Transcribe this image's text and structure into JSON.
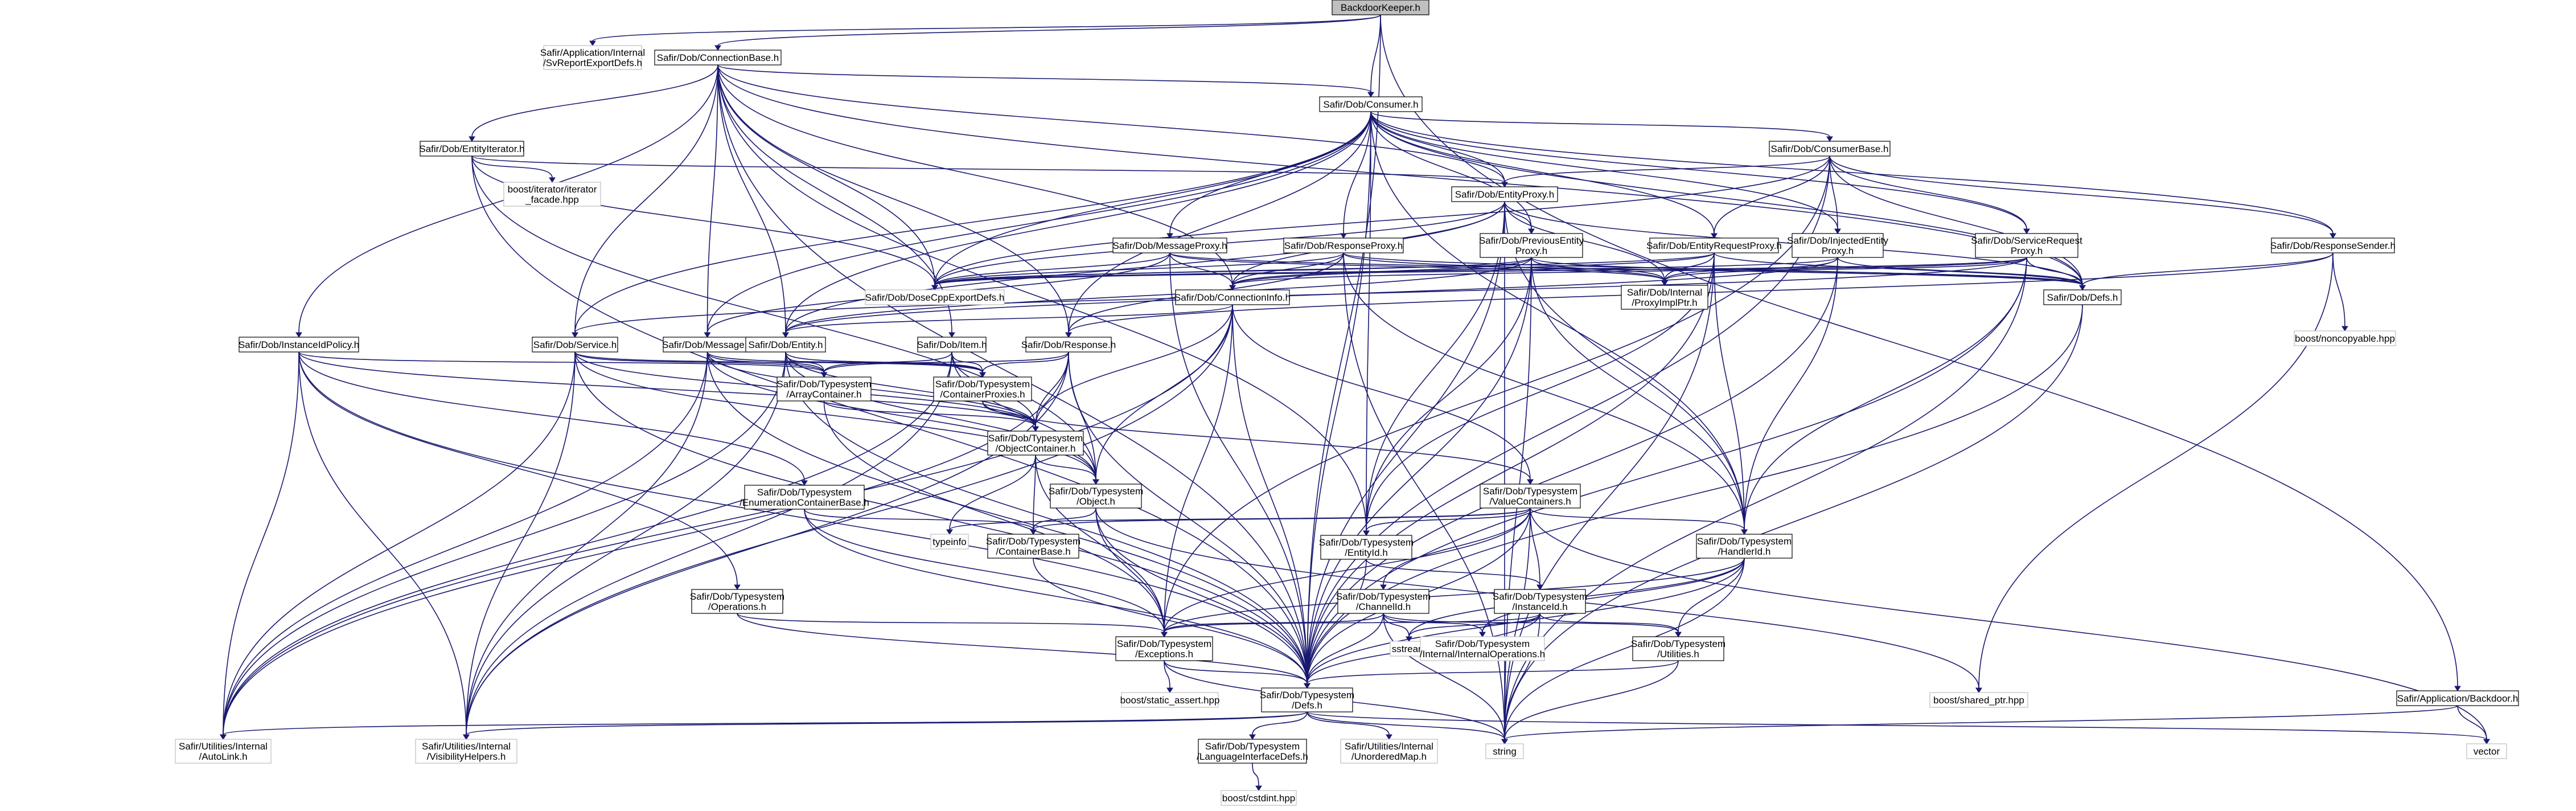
{
  "colors": {
    "edge": "#191970",
    "root_fill": "#bfbfbf",
    "node_border": "#000000",
    "external_border": "#bfbfbf",
    "background": "#ffffff"
  },
  "nodes": [
    {
      "id": "root",
      "lines": [
        "BackdoorKeeper.h"
      ],
      "kind": "root"
    },
    {
      "id": "svreport",
      "lines": [
        "Safir/Application/Internal",
        "/SvReportExportDefs.h"
      ],
      "kind": "external"
    },
    {
      "id": "connbase",
      "lines": [
        "Safir/Dob/ConnectionBase.h"
      ],
      "kind": "normal"
    },
    {
      "id": "consumer",
      "lines": [
        "Safir/Dob/Consumer.h"
      ],
      "kind": "normal"
    },
    {
      "id": "appbackdoor",
      "lines": [
        "Safir/Application/Backdoor.h"
      ],
      "kind": "normal"
    },
    {
      "id": "entityiter",
      "lines": [
        "Safir/Dob/EntityIterator.h"
      ],
      "kind": "normal"
    },
    {
      "id": "consumerbase",
      "lines": [
        "Safir/Dob/ConsumerBase.h"
      ],
      "kind": "normal"
    },
    {
      "id": "boostiter",
      "lines": [
        "boost/iterator/iterator",
        "_facade.hpp"
      ],
      "kind": "external"
    },
    {
      "id": "entityproxy",
      "lines": [
        "Safir/Dob/EntityProxy.h"
      ],
      "kind": "normal"
    },
    {
      "id": "msgproxy",
      "lines": [
        "Safir/Dob/MessageProxy.h"
      ],
      "kind": "normal"
    },
    {
      "id": "respproxy",
      "lines": [
        "Safir/Dob/ResponseProxy.h"
      ],
      "kind": "normal"
    },
    {
      "id": "preventity",
      "lines": [
        "Safir/Dob/PreviousEntity",
        "Proxy.h"
      ],
      "kind": "normal"
    },
    {
      "id": "entityreq",
      "lines": [
        "Safir/Dob/EntityRequestProxy.h"
      ],
      "kind": "normal"
    },
    {
      "id": "injected",
      "lines": [
        "Safir/Dob/InjectedEntity",
        "Proxy.h"
      ],
      "kind": "normal"
    },
    {
      "id": "servicereq",
      "lines": [
        "Safir/Dob/ServiceRequest",
        "Proxy.h"
      ],
      "kind": "normal"
    },
    {
      "id": "respsender",
      "lines": [
        "Safir/Dob/ResponseSender.h"
      ],
      "kind": "normal"
    },
    {
      "id": "doveexport",
      "lines": [
        "Safir/Dob/DoseCppExportDefs.h"
      ],
      "kind": "external"
    },
    {
      "id": "conninfo",
      "lines": [
        "Safir/Dob/ConnectionInfo.h"
      ],
      "kind": "normal"
    },
    {
      "id": "proxyimpl",
      "lines": [
        "Safir/Dob/Internal",
        "/ProxyImplPtr.h"
      ],
      "kind": "normal"
    },
    {
      "id": "dobdefs",
      "lines": [
        "Safir/Dob/Defs.h"
      ],
      "kind": "normal"
    },
    {
      "id": "boostnoncopy",
      "lines": [
        "boost/noncopyable.hpp"
      ],
      "kind": "external"
    },
    {
      "id": "instpolicy",
      "lines": [
        "Safir/Dob/InstanceIdPolicy.h"
      ],
      "kind": "normal"
    },
    {
      "id": "service",
      "lines": [
        "Safir/Dob/Service.h"
      ],
      "kind": "normal"
    },
    {
      "id": "message",
      "lines": [
        "Safir/Dob/Message.h"
      ],
      "kind": "normal"
    },
    {
      "id": "entity",
      "lines": [
        "Safir/Dob/Entity.h"
      ],
      "kind": "normal"
    },
    {
      "id": "item",
      "lines": [
        "Safir/Dob/Item.h"
      ],
      "kind": "normal"
    },
    {
      "id": "response",
      "lines": [
        "Safir/Dob/Response.h"
      ],
      "kind": "normal"
    },
    {
      "id": "arraycont",
      "lines": [
        "Safir/Dob/Typesystem",
        "/ArrayContainer.h"
      ],
      "kind": "normal"
    },
    {
      "id": "contproxies",
      "lines": [
        "Safir/Dob/Typesystem",
        "/ContainerProxies.h"
      ],
      "kind": "normal"
    },
    {
      "id": "objcont",
      "lines": [
        "Safir/Dob/Typesystem",
        "/ObjectContainer.h"
      ],
      "kind": "normal"
    },
    {
      "id": "enumcont",
      "lines": [
        "Safir/Dob/Typesystem",
        "/EnumerationContainerBase.h"
      ],
      "kind": "normal"
    },
    {
      "id": "object",
      "lines": [
        "Safir/Dob/Typesystem",
        "/Object.h"
      ],
      "kind": "normal"
    },
    {
      "id": "valuecont",
      "lines": [
        "Safir/Dob/Typesystem",
        "/ValueContainers.h"
      ],
      "kind": "normal"
    },
    {
      "id": "typeinfo",
      "lines": [
        "typeinfo"
      ],
      "kind": "external"
    },
    {
      "id": "contbase",
      "lines": [
        "Safir/Dob/Typesystem",
        "/ContainerBase.h"
      ],
      "kind": "normal"
    },
    {
      "id": "entityid",
      "lines": [
        "Safir/Dob/Typesystem",
        "/EntityId.h"
      ],
      "kind": "normal"
    },
    {
      "id": "handlerid",
      "lines": [
        "Safir/Dob/Typesystem",
        "/HandlerId.h"
      ],
      "kind": "normal"
    },
    {
      "id": "operations",
      "lines": [
        "Safir/Dob/Typesystem",
        "/Operations.h"
      ],
      "kind": "normal"
    },
    {
      "id": "channelid",
      "lines": [
        "Safir/Dob/Typesystem",
        "/ChannelId.h"
      ],
      "kind": "normal"
    },
    {
      "id": "instanceid",
      "lines": [
        "Safir/Dob/Typesystem",
        "/InstanceId.h"
      ],
      "kind": "normal"
    },
    {
      "id": "sstream",
      "lines": [
        "sstream"
      ],
      "kind": "external"
    },
    {
      "id": "internalops",
      "lines": [
        "Safir/Dob/Typesystem",
        "/Internal/InternalOperations.h"
      ],
      "kind": "external"
    },
    {
      "id": "utilities",
      "lines": [
        "Safir/Dob/Typesystem",
        "/Utilities.h"
      ],
      "kind": "normal"
    },
    {
      "id": "exceptions",
      "lines": [
        "Safir/Dob/Typesystem",
        "/Exceptions.h"
      ],
      "kind": "normal"
    },
    {
      "id": "boostshared",
      "lines": [
        "boost/shared_ptr.hpp"
      ],
      "kind": "external"
    },
    {
      "id": "staticassert",
      "lines": [
        "boost/static_assert.hpp"
      ],
      "kind": "external"
    },
    {
      "id": "tsdefs",
      "lines": [
        "Safir/Dob/Typesystem",
        "/Defs.h"
      ],
      "kind": "normal"
    },
    {
      "id": "autolink",
      "lines": [
        "Safir/Utilities/Internal",
        "/AutoLink.h"
      ],
      "kind": "external"
    },
    {
      "id": "visibility",
      "lines": [
        "Safir/Utilities/Internal",
        "/VisibilityHelpers.h"
      ],
      "kind": "external"
    },
    {
      "id": "langint",
      "lines": [
        "Safir/Dob/Typesystem",
        "/LanguageInterfaceDefs.h"
      ],
      "kind": "normal"
    },
    {
      "id": "unordered",
      "lines": [
        "Safir/Utilities/Internal",
        "/UnorderedMap.h"
      ],
      "kind": "external"
    },
    {
      "id": "string",
      "lines": [
        "string"
      ],
      "kind": "external"
    },
    {
      "id": "vector",
      "lines": [
        "vector"
      ],
      "kind": "external"
    },
    {
      "id": "cstdint",
      "lines": [
        "boost/cstdint.hpp"
      ],
      "kind": "external"
    }
  ]
}
